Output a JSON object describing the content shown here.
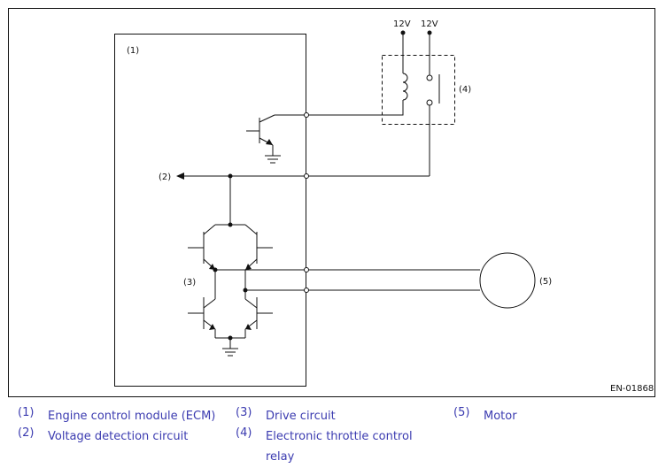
{
  "diagram": {
    "labels": {
      "ecm": "(1)",
      "voltage_detection": "(2)",
      "drive_circuit": "(3)",
      "relay": "(4)",
      "motor": "(5)",
      "supply_left": "12V",
      "supply_right": "12V",
      "figure_code": "EN-01868"
    }
  },
  "legend": {
    "items": [
      {
        "num": "(1)",
        "text": "Engine control module (ECM)"
      },
      {
        "num": "(2)",
        "text": "Voltage detection circuit"
      },
      {
        "num": "(3)",
        "text": "Drive circuit"
      },
      {
        "num": "(4)",
        "text": "Electronic throttle control relay"
      },
      {
        "num": "(5)",
        "text": "Motor"
      }
    ]
  },
  "colors": {
    "legend_text": "#3b3bb0",
    "line": "#111111"
  }
}
